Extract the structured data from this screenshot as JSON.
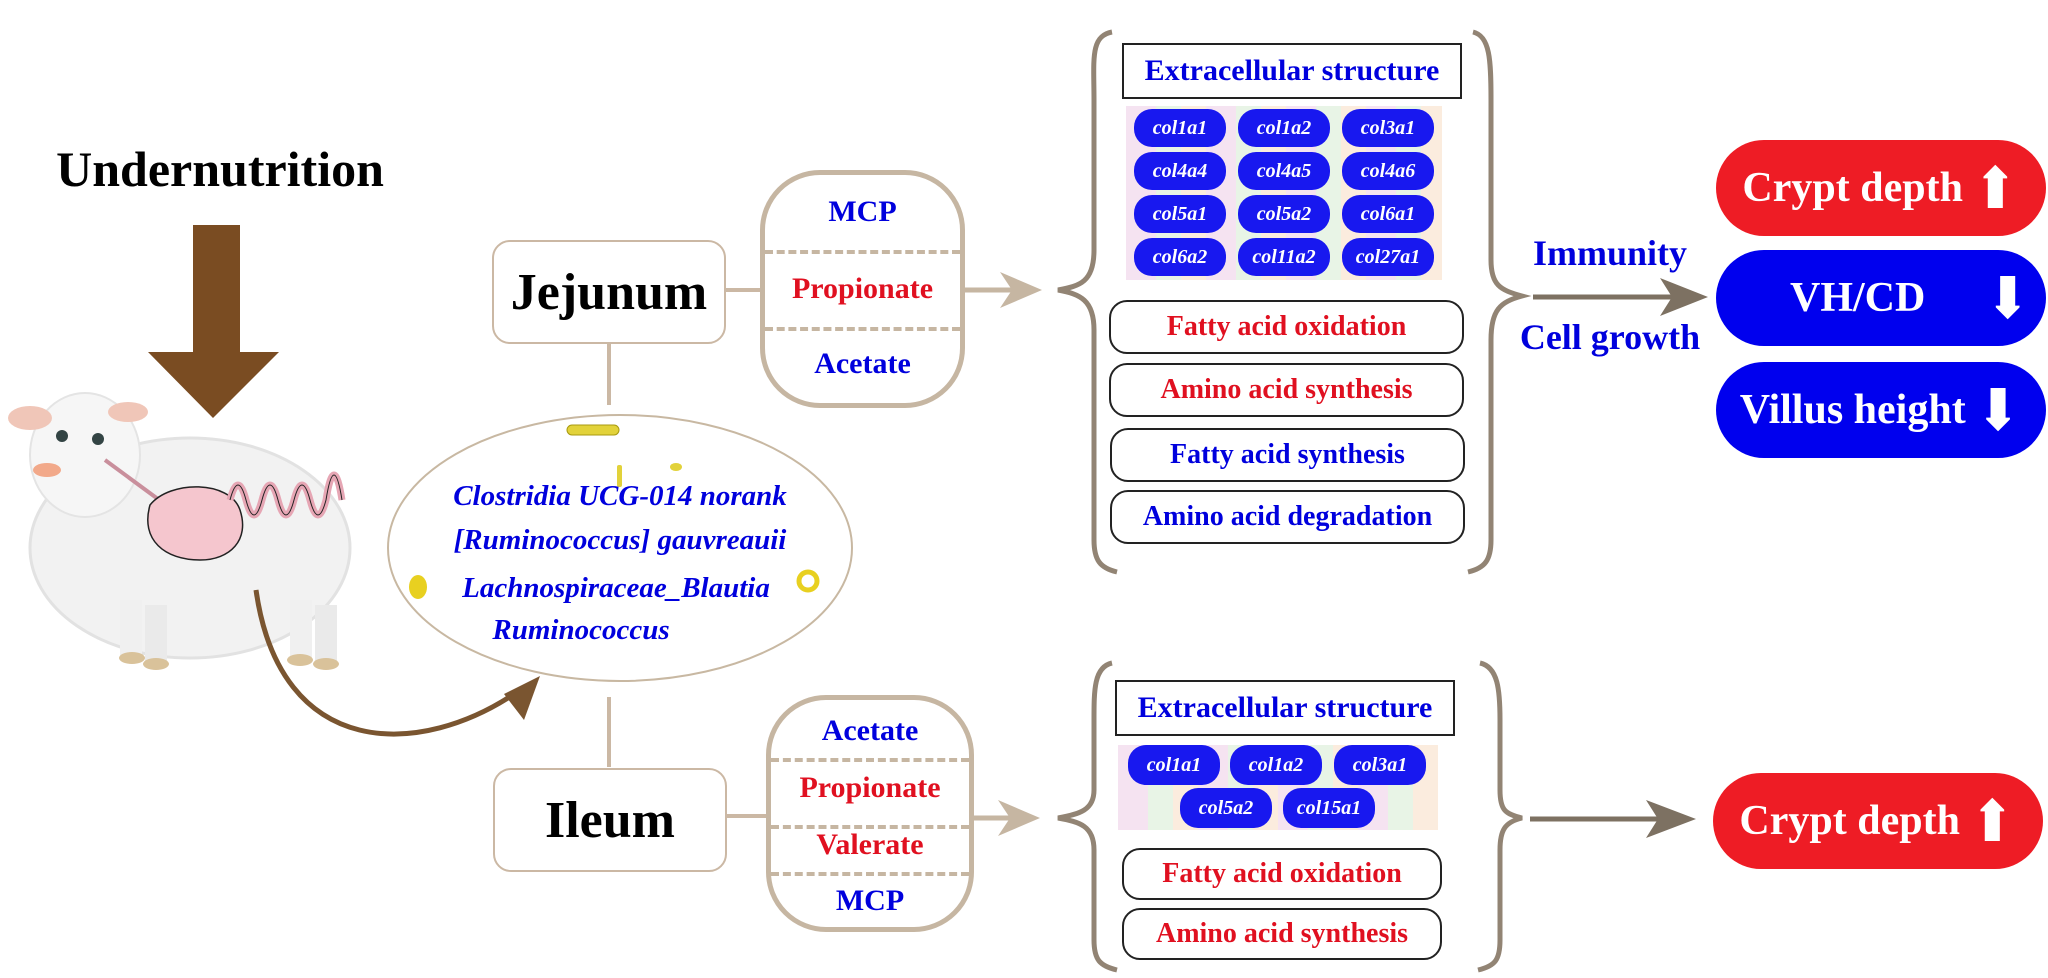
{
  "title": "Undernutrition",
  "microbiota": {
    "taxa": [
      "Clostridia UCG-014 norank",
      "[Ruminococcus] gauvreauii",
      "Lachnospiraceae_Blautia",
      "Ruminococcus"
    ]
  },
  "jejunum": {
    "label": "Jejunum",
    "metabolites": [
      {
        "name": "MCP",
        "direction": "down",
        "color": "#0000dd"
      },
      {
        "name": "Propionate",
        "direction": "up",
        "color": "#e01020"
      },
      {
        "name": "Acetate",
        "direction": "down",
        "color": "#0000dd"
      }
    ],
    "ecm_title": "Extracellular structure",
    "genes": [
      "col1a1",
      "col1a2",
      "col3a1",
      "col4a4",
      "col4a5",
      "col4a6",
      "col5a1",
      "col5a2",
      "col6a1",
      "col6a2",
      "col11a2",
      "col27a1"
    ],
    "pathways": [
      {
        "name": "Fatty acid oxidation",
        "direction": "up",
        "color": "#e01020"
      },
      {
        "name": "Amino acid synthesis",
        "direction": "up",
        "color": "#e01020"
      },
      {
        "name": "Fatty acid synthesis",
        "direction": "down",
        "color": "#0000dd"
      },
      {
        "name": "Amino acid degradation",
        "direction": "down",
        "color": "#0000dd"
      }
    ],
    "arrow_labels": {
      "top": "Immunity",
      "bottom": "Cell growth"
    },
    "outcomes": [
      {
        "name": "Crypt depth",
        "direction": "up",
        "arrow": "⬆",
        "color": "#ee1c25"
      },
      {
        "name": "VH/CD",
        "direction": "down",
        "arrow": "⬇",
        "color": "#0000ee"
      },
      {
        "name": "Villus height",
        "direction": "down",
        "arrow": "⬇",
        "color": "#0000ee"
      }
    ]
  },
  "ileum": {
    "label": "Ileum",
    "metabolites": [
      {
        "name": "Acetate",
        "direction": "down",
        "color": "#0000dd"
      },
      {
        "name": "Propionate",
        "direction": "up",
        "color": "#e01020"
      },
      {
        "name": "Valerate",
        "direction": "up",
        "color": "#e01020"
      },
      {
        "name": "MCP",
        "direction": "down",
        "color": "#0000dd"
      }
    ],
    "ecm_title": "Extracellular structure",
    "genes": [
      "col1a1",
      "col1a2",
      "col3a1",
      "col5a2",
      "col15a1"
    ],
    "pathways": [
      {
        "name": "Fatty acid oxidation",
        "direction": "up",
        "color": "#e01020"
      },
      {
        "name": "Amino acid synthesis",
        "direction": "up",
        "color": "#e01020"
      }
    ],
    "outcomes": [
      {
        "name": "Crypt depth",
        "direction": "up",
        "arrow": "⬆",
        "color": "#ee1c25"
      }
    ]
  },
  "icons": {
    "sheep": "sheep-illustration",
    "big_arrow": "down-arrow",
    "bacteria": "bacteria-icon"
  }
}
